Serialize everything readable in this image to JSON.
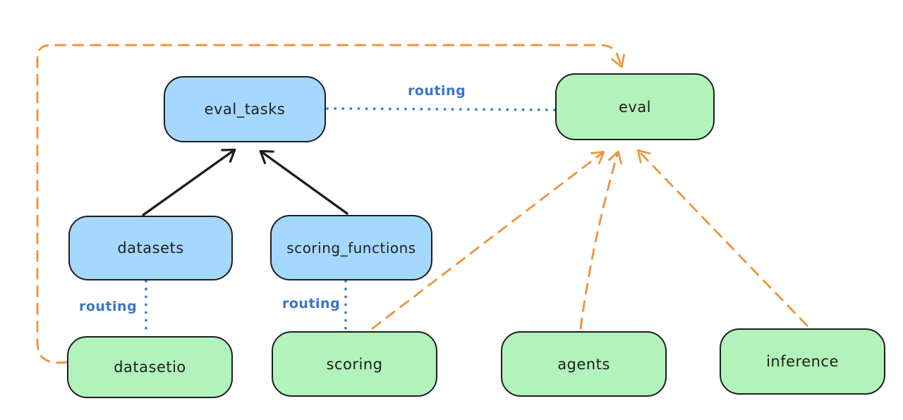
{
  "diagram": {
    "type": "architecture-diagram",
    "colors": {
      "background": "#ffffff",
      "node_blue_fill": "#a5d8ff",
      "node_green_fill": "#b2f2bb",
      "node_border": "#1e1e1e",
      "solid_arrow": "#1e1e1e",
      "routing_blue": "#3a74c9",
      "dashed_orange": "#ec953c"
    },
    "nodes": [
      {
        "id": "eval_tasks",
        "label": "eval_tasks",
        "fill": "blue"
      },
      {
        "id": "eval",
        "label": "eval",
        "fill": "green"
      },
      {
        "id": "datasets",
        "label": "datasets",
        "fill": "blue"
      },
      {
        "id": "scoring_functions",
        "label": "scoring_functions",
        "fill": "blue"
      },
      {
        "id": "datasetio",
        "label": "datasetio",
        "fill": "green"
      },
      {
        "id": "scoring",
        "label": "scoring",
        "fill": "green"
      },
      {
        "id": "agents",
        "label": "agents",
        "fill": "green"
      },
      {
        "id": "inference",
        "label": "inference",
        "fill": "green"
      }
    ],
    "edges": [
      {
        "from": "datasets",
        "to": "eval_tasks",
        "style": "solid-arrow",
        "color": "#1e1e1e"
      },
      {
        "from": "scoring_functions",
        "to": "eval_tasks",
        "style": "solid-arrow",
        "color": "#1e1e1e"
      },
      {
        "from": "eval_tasks",
        "to": "eval",
        "style": "dotted",
        "color": "#3a74c9",
        "label": "routing"
      },
      {
        "from": "datasets",
        "to": "datasetio",
        "style": "dotted",
        "color": "#3a74c9",
        "label": "routing"
      },
      {
        "from": "scoring_functions",
        "to": "scoring",
        "style": "dotted",
        "color": "#3a74c9",
        "label": "routing"
      },
      {
        "from": "datasetio",
        "to": "eval",
        "style": "dashed-arrow",
        "color": "#ec953c"
      },
      {
        "from": "scoring",
        "to": "eval",
        "style": "dashed-arrow",
        "color": "#ec953c"
      },
      {
        "from": "agents",
        "to": "eval",
        "style": "dashed-arrow",
        "color": "#ec953c"
      },
      {
        "from": "inference",
        "to": "eval",
        "style": "dashed-arrow",
        "color": "#ec953c"
      }
    ],
    "labels": {
      "routing_top": "routing",
      "routing_datasets": "routing",
      "routing_scoring": "routing"
    }
  }
}
